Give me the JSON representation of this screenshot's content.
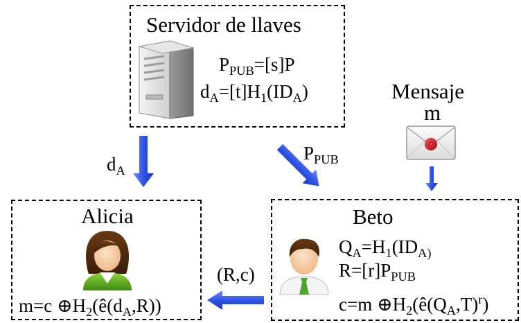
{
  "server": {
    "title": "Servidor de llaves",
    "ppub": {
      "p": "P",
      "sub": "PUB",
      "rest": "=[s]P"
    },
    "da": {
      "d": "d",
      "sub": "A",
      "mid": "=[t]H",
      "h_sub": "1",
      "id": "(ID",
      "id_sub": "A",
      "close": ")"
    }
  },
  "message": {
    "title": "Mensaje",
    "m": "m"
  },
  "arrows": {
    "da_label": {
      "d": "d",
      "sub": "A"
    },
    "ppub_label": {
      "p": "P",
      "sub": "PUB"
    },
    "rc_label": "(R,c)"
  },
  "alicia": {
    "name": "Alicia",
    "formula": {
      "a": "m=c ",
      "op": "⊕",
      "h": "H",
      "h_sub": "2",
      "b": "(ê(d",
      "d_sub": "A",
      "c": ",R))"
    }
  },
  "beto": {
    "name": "Beto",
    "qa": {
      "q": "Q",
      "q_sub": "A",
      "eq": "=H",
      "h_sub": "1",
      "id": "(ID",
      "id_sub": "A)"
    },
    "r": {
      "a": "R=[r]P",
      "sub": "PUB"
    },
    "c": {
      "a": "c=m ",
      "op": "⊕",
      "h": "H",
      "h_sub": "2",
      "b": "(ê(Q",
      "q_sub": "A",
      "c": ",T)",
      "sup": "r",
      "d": ")"
    }
  },
  "colors": {
    "arrow": "#2f55e6",
    "box_border": "#000000"
  }
}
